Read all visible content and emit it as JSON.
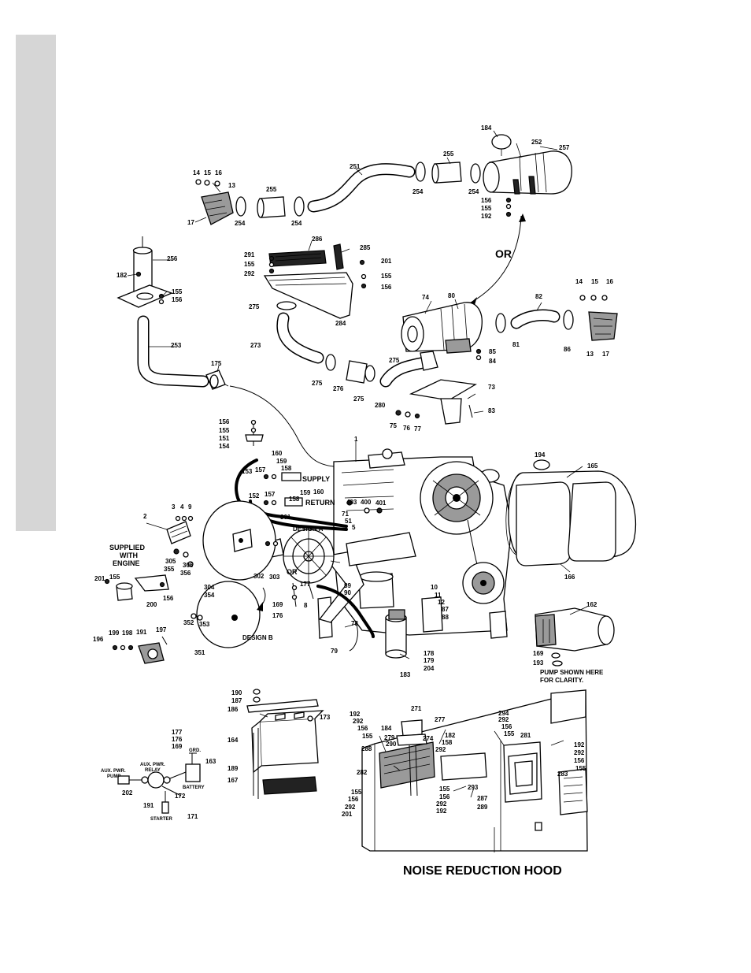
{
  "titles": {
    "hood": "NOISE REDUCTION HOOD",
    "or_top": "OR",
    "or_flywheel": "OR",
    "supplied_1": "SUPPLIED",
    "supplied_2": "WITH",
    "supplied_3": "ENGINE",
    "supply": "SUPPLY",
    "return": "RETURN",
    "design_a": "DESIGN A",
    "design_b": "DESIGN B",
    "pump_note_1": "PUMP SHOWN HERE",
    "pump_note_2": "FOR CLARITY."
  },
  "schematic": {
    "aux_pump_1": "AUX. PWR.",
    "aux_pump_2": "PUMP",
    "aux_relay_1": "AUX. PWR.",
    "aux_relay_2": "RELAY",
    "grd": "GRD.",
    "battery": "BATTERY",
    "starter": "STARTER"
  },
  "callouts": {
    "c184a": "184",
    "c252": "252",
    "c257": "257",
    "c255a": "255",
    "c254a": "254",
    "c254b": "254",
    "c251": "251",
    "c14a": "14",
    "c15a": "15",
    "c16a": "16",
    "c13a": "13",
    "c17a": "17",
    "c255b": "255",
    "c254c": "254",
    "c254d": "254",
    "c156a": "156",
    "c155a": "155",
    "c192a": "192",
    "c286": "286",
    "c285": "285",
    "c291": "291",
    "c155b": "155",
    "c292a": "292",
    "c201a": "201",
    "c155c": "155",
    "c156b": "156",
    "c284": "284",
    "c275a": "275",
    "c273": "273",
    "c256": "256",
    "c182a": "182",
    "c155d": "155",
    "c156c": "156",
    "c253": "253",
    "c175": "175",
    "c74": "74",
    "c80": "80",
    "c82": "82",
    "c14b": "14",
    "c15b": "15",
    "c16b": "16",
    "c81": "81",
    "c86": "86",
    "c13b": "13",
    "c17b": "17",
    "c85": "85",
    "c84": "84",
    "c275b": "275",
    "c275c": "275",
    "c276": "276",
    "c275d": "275",
    "c73": "73",
    "c280": "280",
    "c83": "83",
    "c75": "75",
    "c76": "76",
    "c77": "77",
    "c156d": "156",
    "c155e": "155",
    "c151": "151",
    "c154": "154",
    "c1": "1",
    "c194": "194",
    "c165": "165",
    "c160a": "160",
    "c159a": "159",
    "c158a": "158",
    "c153": "153",
    "c157a": "157",
    "c152": "152",
    "c157b": "157",
    "c159b": "159",
    "c160b": "160",
    "c158b": "158",
    "c403": "403",
    "c400": "400",
    "c401": "401",
    "c71": "71",
    "c51": "51",
    "c5": "5",
    "c3": "3",
    "c4": "4",
    "c9": "9",
    "c2": "2",
    "c301": "301",
    "c305": "305",
    "c306": "306",
    "c355": "355",
    "c356": "356",
    "c302": "302",
    "c303": "303",
    "c304": "304",
    "c354": "354",
    "c201b": "201",
    "c155f": "155",
    "c156e": "156",
    "c200": "200",
    "c177a": "177",
    "c169a": "169",
    "c8": "8",
    "c176a": "176",
    "c89": "89",
    "c90": "90",
    "c10": "10",
    "c11": "11",
    "c12": "12",
    "c87": "87",
    "c88": "88",
    "c166": "166",
    "c352": "352",
    "c353": "353",
    "c351": "351",
    "c78": "78",
    "c79": "79",
    "c178": "178",
    "c179": "179",
    "c204": "204",
    "c183": "183",
    "c196": "196",
    "c199": "199",
    "c198": "198",
    "c191a": "191",
    "c197": "197",
    "c162": "162",
    "c169b": "169",
    "c193": "193",
    "c190": "190",
    "c187": "187",
    "c186": "186",
    "c173": "173",
    "c164": "164",
    "c189": "189",
    "c167": "167",
    "c177b": "177",
    "c176b": "176",
    "c169c": "169",
    "c163": "163",
    "c202": "202",
    "c191b": "191",
    "c172": "172",
    "c171": "171",
    "c271": "271",
    "c277": "277",
    "c184b": "184",
    "c279": "279",
    "c290": "290",
    "c274": "274",
    "c182b": "182",
    "c158c": "158",
    "c292b": "292",
    "c288": "288",
    "c282": "282",
    "c192b": "192",
    "c292c": "292",
    "c156f": "156",
    "c155g": "155",
    "c294": "294",
    "c292d": "292",
    "c156g": "156",
    "c155h": "155",
    "c281": "281",
    "c192c": "192",
    "c292e": "292",
    "c156h": "156",
    "c155i": "155",
    "c283": "283",
    "c155j": "155",
    "c156i": "156",
    "c293": "293",
    "c292f": "292",
    "c192d": "192",
    "c287": "287",
    "c289": "289",
    "c155k": "155",
    "c156j": "156",
    "c292g": "292",
    "c201c": "201"
  }
}
